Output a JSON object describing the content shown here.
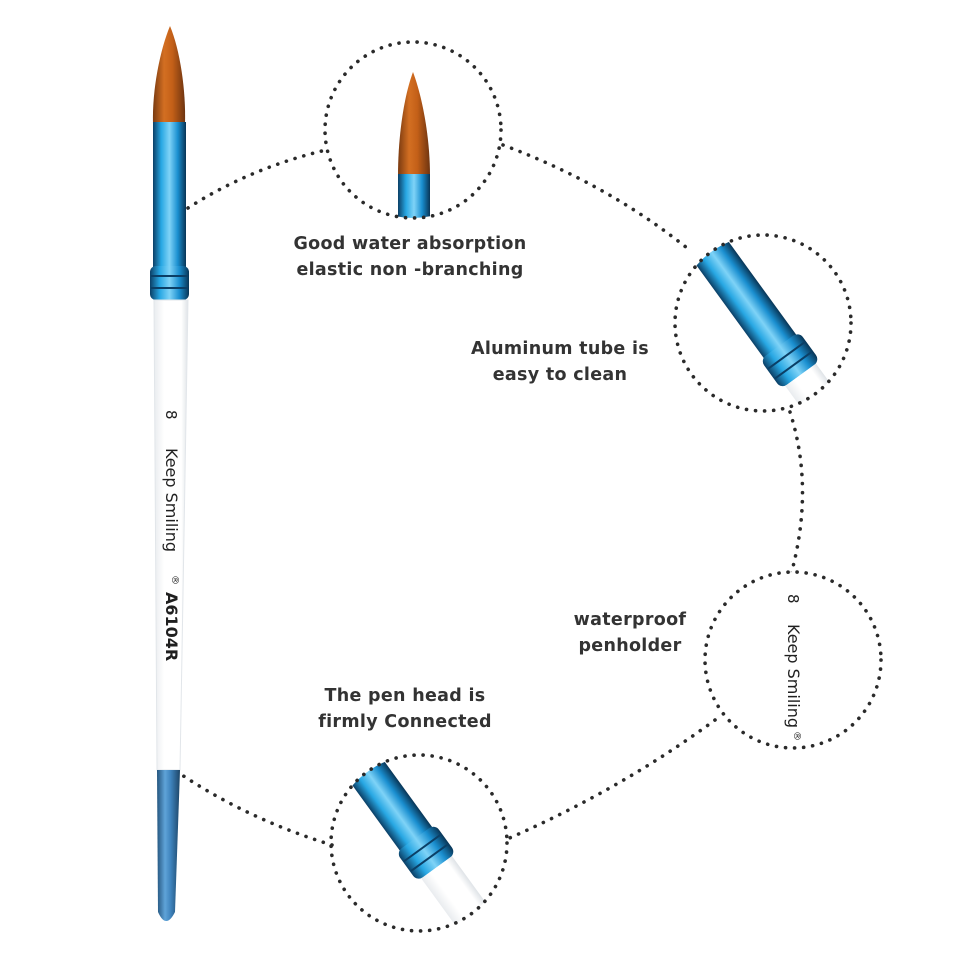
{
  "captions": {
    "water_absorption": [
      "Good water absorption",
      "elastic non -branching"
    ],
    "aluminum_tube": [
      "Aluminum tube is",
      "easy to clean"
    ],
    "waterproof": [
      "waterproof",
      "penholder"
    ],
    "pen_head": [
      "The pen head is",
      "firmly Connected"
    ]
  },
  "brush_imprint": {
    "size": "8",
    "brand": "Keep Smiling",
    "registered_mark": "®",
    "model": "A6104R"
  },
  "colors": {
    "bristle": "#c7621c",
    "ferrule": "#1fa0d8",
    "handle": "#ffffff",
    "end_cap": "#4a8fc4",
    "dotted_line": "#2a2a2a",
    "caption_text": "#333333"
  }
}
